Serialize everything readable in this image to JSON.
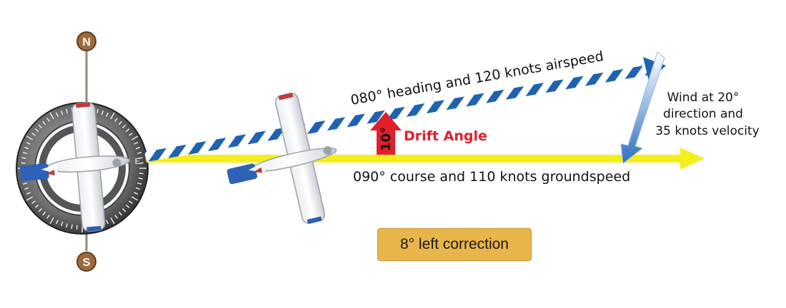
{
  "compass": {
    "north": "N",
    "south": "S",
    "east": "E"
  },
  "heading_label": "080° heading and 120 knots airspeed",
  "wind_label": {
    "line1": "Wind at 20°",
    "line2": "direction and",
    "line3": "35 knots velocity"
  },
  "drift": {
    "angle_text": "10°",
    "label": "Drift Angle"
  },
  "course_label": "090° course and 110 knots groundspeed",
  "correction_label": "8° left correction",
  "colors": {
    "course_arrow": "#f5ee1c",
    "heading_arrow": "#1f63b0",
    "wind_arrow": "#3a78c0",
    "drift_arrow": "#e0202a",
    "correction_box": "#e8b54a",
    "compass_marker": "#9c6a3e"
  }
}
